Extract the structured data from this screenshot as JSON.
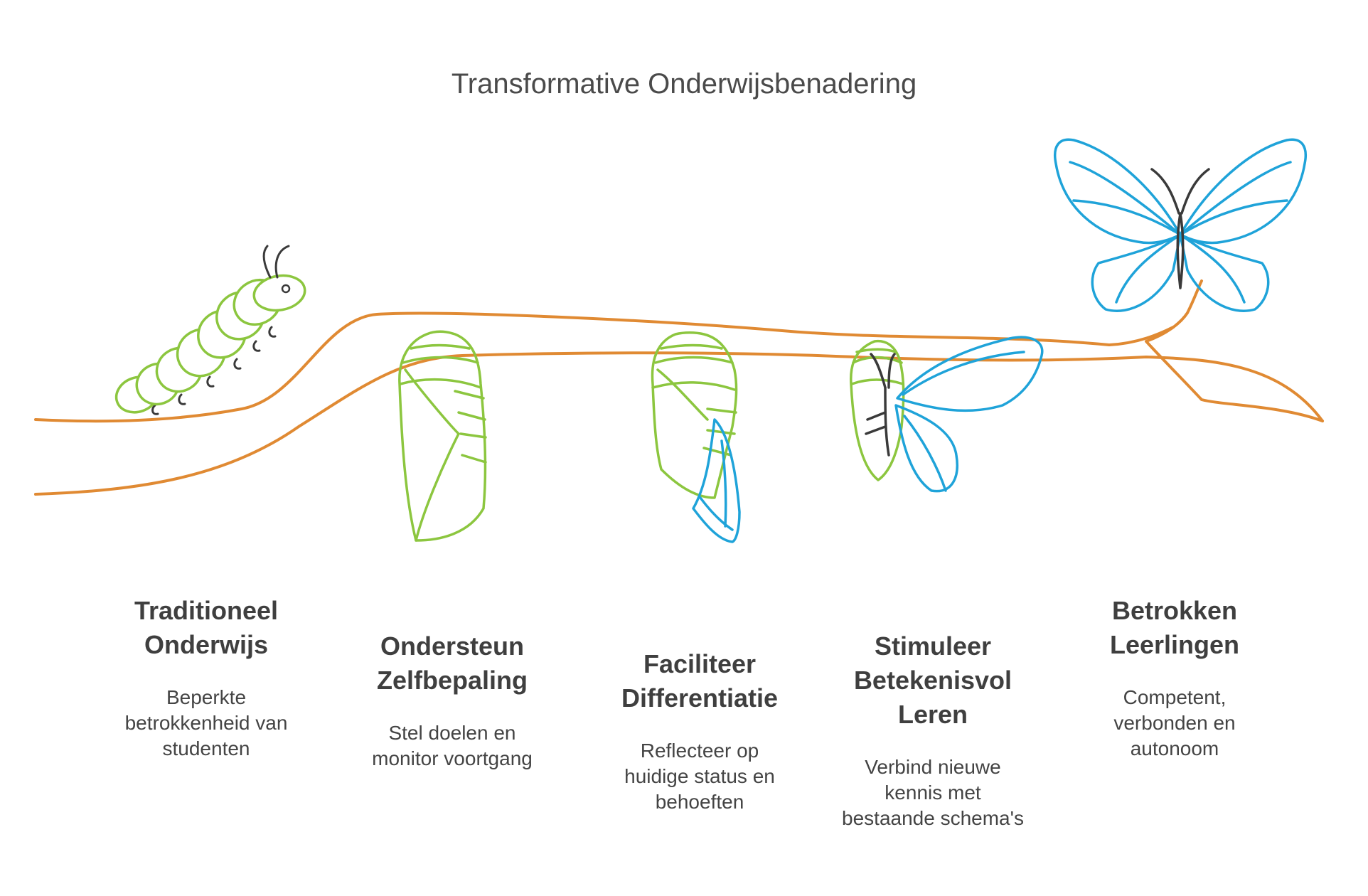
{
  "title": "Transformative Onderwijsbenadering",
  "colors": {
    "branch": "#E08A33",
    "caterpillar": "#8CC63F",
    "wing": "#1FA3D9",
    "body": "#3A3A3A",
    "heading": "#3F3F3F",
    "text": "#444444"
  },
  "stages": [
    {
      "heading": "Traditioneel\nOnderwijs",
      "description": "Beperkte\nbetrokkenheid van\nstudenten",
      "icon": "caterpillar-icon"
    },
    {
      "heading": "Ondersteun\nZelfbepaling",
      "description": "Stel doelen en\nmonitor voortgang",
      "icon": "chrysalis-icon"
    },
    {
      "heading": "Faciliteer\nDifferentiatie",
      "description": "Reflecteer op\nhuidige status en\nbehoeften",
      "icon": "chrysalis-wing-icon"
    },
    {
      "heading": "Stimuleer\nBetekenisvol\nLeren",
      "description": "Verbind nieuwe\nkennis met\nbestaande schema's",
      "icon": "emerging-butterfly-icon"
    },
    {
      "heading": "Betrokken\nLeerlingen",
      "description": "Competent,\nverbonden en\nautonoom",
      "icon": "butterfly-icon"
    }
  ]
}
